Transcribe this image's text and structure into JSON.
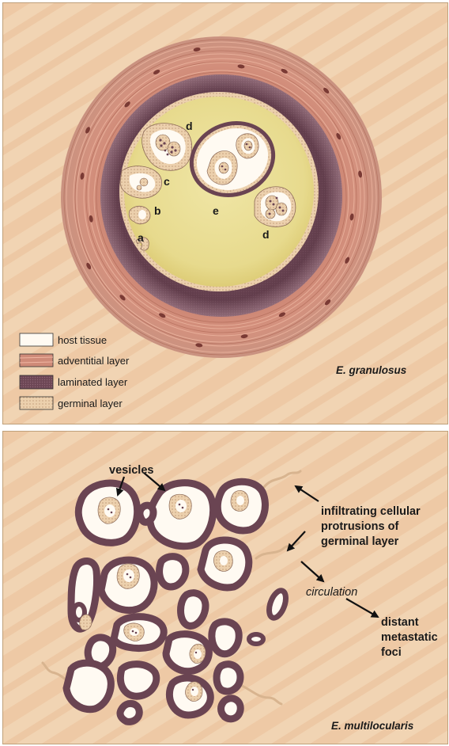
{
  "colors": {
    "background": "#f1d2b0",
    "background_stripe": "#e5b891",
    "adventitial": "#cf8a78",
    "adventitial_dark": "#9b5a4a",
    "laminated": "#6a4452",
    "laminated_light": "#9c7884",
    "cyst_fluid": "#ece29a",
    "germinal": "#e8c8a4",
    "host_tissue": "#fffaf2"
  },
  "top_panel": {
    "letters": {
      "a": "a",
      "b": "b",
      "c": "c",
      "d1": "d",
      "d2": "d",
      "e": "e"
    },
    "legend": [
      {
        "label": "host tissue",
        "swatch": "host-tissue"
      },
      {
        "label": "adventitial layer",
        "swatch": "adventitial"
      },
      {
        "label": "laminated layer",
        "swatch": "laminated"
      },
      {
        "label": "germinal layer",
        "swatch": "germinal"
      }
    ],
    "species": "E. granulosus"
  },
  "bottom_panel": {
    "vesicles_label": "vesicles",
    "infiltrating_label": [
      "infiltrating cellular",
      "protrusions of",
      "germinal layer"
    ],
    "circulation_label": "circulation",
    "distant_label": [
      "distant",
      "metastatic",
      "foci"
    ],
    "species": "E. multilocularis"
  }
}
